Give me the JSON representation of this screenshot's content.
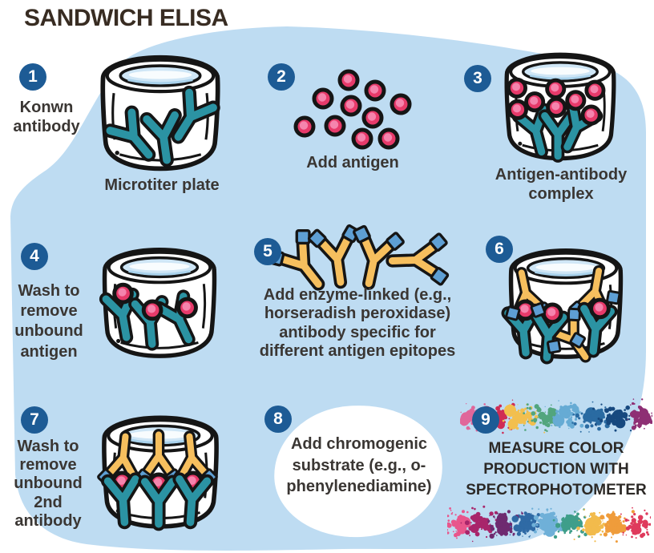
{
  "title": "SANDWICH ELISA",
  "steps": [
    {
      "num": "1",
      "label": "Konwn antibody",
      "sublabel": "Microtiter plate"
    },
    {
      "num": "2",
      "label": "Add antigen"
    },
    {
      "num": "3",
      "label": "Antigen-antibody complex"
    },
    {
      "num": "4",
      "label": "Wash to remove unbound antigen"
    },
    {
      "num": "5",
      "label": "Add enzyme-linked (e.g., horseradish peroxidase) antibody specific for different antigen epitopes"
    },
    {
      "num": "6",
      "label": ""
    },
    {
      "num": "7",
      "label": "Wash to remove unbound 2nd antibody"
    },
    {
      "num": "8",
      "label": "Add chromogenic substrate (e.g., o-phenylenediamine)"
    },
    {
      "num": "9",
      "label": "MEASURE COLOR PRODUCTION WITH SPECTROPHOTOMETER"
    }
  ],
  "colors": {
    "background_blob": "#bedcf2",
    "badge_blue": "#1d5b95",
    "capture_antibody_teal": "#2b93a3",
    "enzyme_antibody_yellow": "#f6bf5e",
    "enzyme_square_blue": "#5e9fd4",
    "antigen_pink": "#e73a6a",
    "antigen_pink_light": "#f584ad",
    "outline": "#151515",
    "plate_top_blue": "#cfe6f6"
  },
  "splatter": {
    "top_colors": [
      "#e0679a",
      "#cf2c55",
      "#f2bf4e",
      "#52a57e",
      "#66abd4",
      "#2a6ba2",
      "#17497f",
      "#8e2f74"
    ],
    "bottom_colors": [
      "#e8568c",
      "#a8256b",
      "#6e2a70",
      "#2f6aa5",
      "#6fb0d8",
      "#3f9e8a",
      "#f2bb4c",
      "#ef9c3b",
      "#df3a5c"
    ]
  }
}
